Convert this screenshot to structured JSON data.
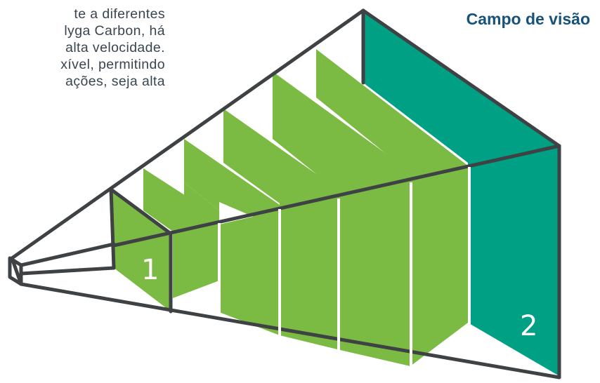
{
  "text_lines": [
    "te a diferentes",
    "lyga Carbon, há",
    "alta velocidade.",
    "xível, permitindo",
    "ações, seja alta"
  ],
  "field_of_view_title": "Campo de visão",
  "plane_labels": {
    "near": "1",
    "far": "2"
  },
  "colors": {
    "near_plane": "#7cbb43",
    "slice": "#7cbb43",
    "far_plane": "#00a085",
    "outline": "#3f4244",
    "title": "#16527a",
    "text": "#3a4550"
  }
}
